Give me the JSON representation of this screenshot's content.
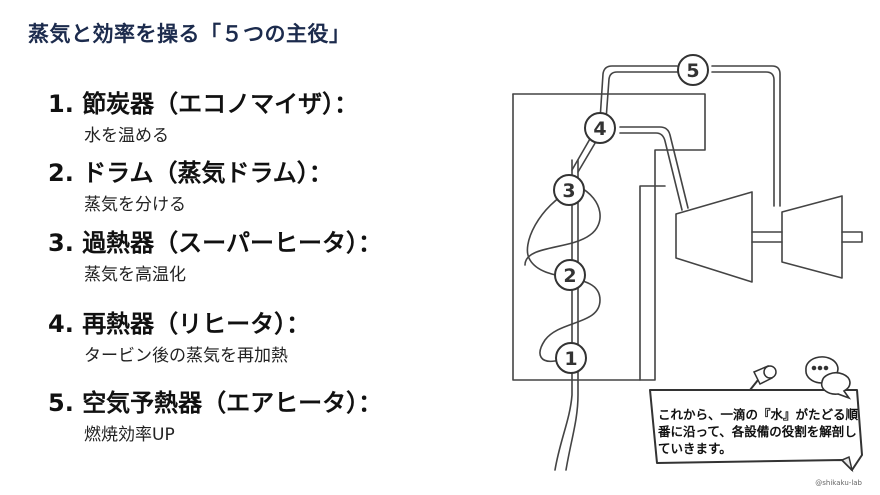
{
  "title": "蒸気と効率を操る「５つの主役」",
  "items": [
    {
      "number": "1.",
      "name": "節炭器（エコノマイザ）：",
      "desc": "水を温める"
    },
    {
      "number": "2.",
      "name": "ドラム（蒸気ドラム）：",
      "desc": "蒸気を分ける"
    },
    {
      "number": "3.",
      "name": "過熱器（スーパーヒータ）：",
      "desc": "蒸気を高温化"
    },
    {
      "number": "4.",
      "name": "再熱器（リヒータ）：",
      "desc": "タービン後の蒸気を再加熱"
    },
    {
      "number": "5.",
      "name": "空気予熱器（エアヒータ）：",
      "desc": "燃焼効率UP"
    }
  ],
  "diagram": {
    "markers": [
      "1",
      "2",
      "3",
      "4",
      "5"
    ]
  },
  "callout": {
    "text": "これから、一滴の『水』がたどる順番に沿って、各設備の役割を解剖していきます。"
  },
  "credit": "@shikaku-lab"
}
